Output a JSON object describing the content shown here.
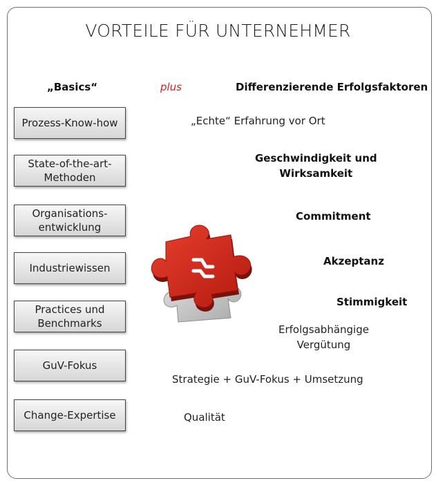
{
  "title": "VORTEILE FÜR UNTERNEHMER",
  "headers": {
    "basics": "„Basics“",
    "plus": "plus",
    "differentiators": "Differenzierende Erfolgsfaktoren"
  },
  "basics": [
    {
      "line1": "Prozess-Know-how",
      "line2": ""
    },
    {
      "line1": "State-of-the-art-",
      "line2": "Methoden"
    },
    {
      "line1": "Organisations-",
      "line2": "entwicklung"
    },
    {
      "line1": "Industriewissen",
      "line2": ""
    },
    {
      "line1": "Practices und",
      "line2": "Benchmarks"
    },
    {
      "line1": "GuV-Fokus",
      "line2": ""
    },
    {
      "line1": "Change-Expertise",
      "line2": ""
    }
  ],
  "factors": [
    {
      "line1": "„Echte“ Erfahrung vor Ort",
      "line2": ""
    },
    {
      "line1": "Geschwindigkeit und",
      "line2": "Wirksamkeit"
    },
    {
      "line1": "Commitment",
      "line2": ""
    },
    {
      "line1": "Akzeptanz",
      "line2": ""
    },
    {
      "line1": "Stimmigkeit",
      "line2": ""
    },
    {
      "line1": "Erfolgsabhängige",
      "line2": "Vergütung"
    },
    {
      "line1": "Strategie + GuV-Fokus + Umsetzung",
      "line2": ""
    },
    {
      "line1": "Qualität",
      "line2": ""
    }
  ],
  "colors": {
    "accent": "#d81e1e",
    "puzzle_red": "#d62a1e",
    "puzzle_grey": "#c9c9c9"
  },
  "icons": {
    "puzzle": "puzzle-pieces-icon"
  }
}
